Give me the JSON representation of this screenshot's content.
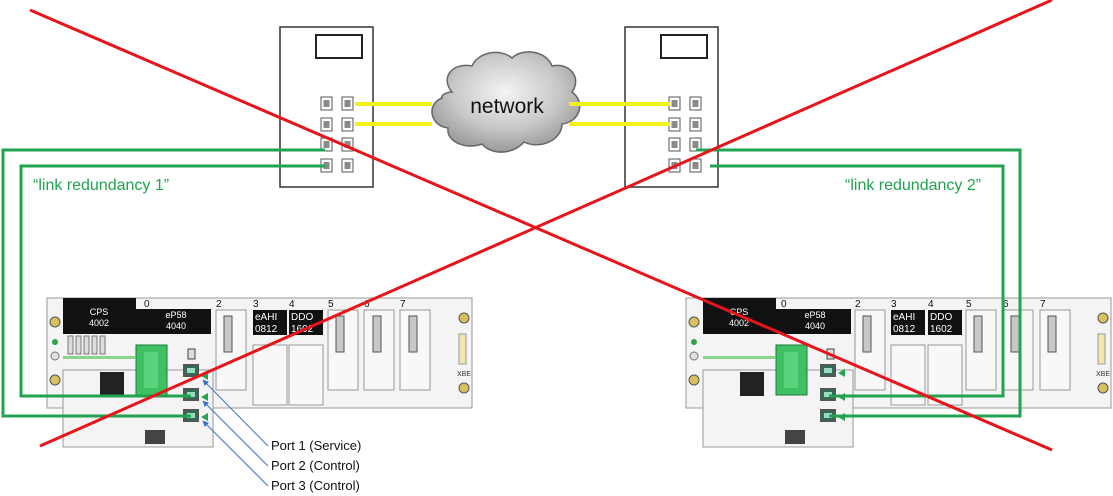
{
  "network": {
    "label": "network"
  },
  "links": {
    "left_label": "“link redundancy 1”",
    "right_label": "“link redundancy 2”"
  },
  "left_rack": {
    "power_module": {
      "name": "CPS",
      "ref": "4002"
    },
    "cpu_module": {
      "name": "eP58",
      "ref": "4040"
    },
    "module_a": {
      "name": "eAHI",
      "ref": "0812"
    },
    "module_b": {
      "name": "DDO",
      "ref": "1602"
    },
    "slot_numbers": [
      "0",
      "2",
      "3",
      "4",
      "5",
      "6",
      "7"
    ],
    "end_label": "XBE"
  },
  "right_rack": {
    "power_module": {
      "name": "CPS",
      "ref": "4002"
    },
    "cpu_module": {
      "name": "eP58",
      "ref": "4040"
    },
    "module_a": {
      "name": "eAHI",
      "ref": "0812"
    },
    "module_b": {
      "name": "DDO",
      "ref": "1602"
    },
    "slot_numbers": [
      "0",
      "2",
      "3",
      "4",
      "5",
      "6",
      "7"
    ],
    "end_label": "XBE"
  },
  "ports": [
    {
      "label": "Port 1 (Service)"
    },
    {
      "label": "Port 2 (Control)"
    },
    {
      "label": "Port 3 (Control)"
    }
  ],
  "colors": {
    "link_green": "#21a34f",
    "cross_red": "#e8141c",
    "network_yellow": "#f2f21a",
    "annotation_blue": "#3a6fc8",
    "label_green": "#21a34f"
  }
}
